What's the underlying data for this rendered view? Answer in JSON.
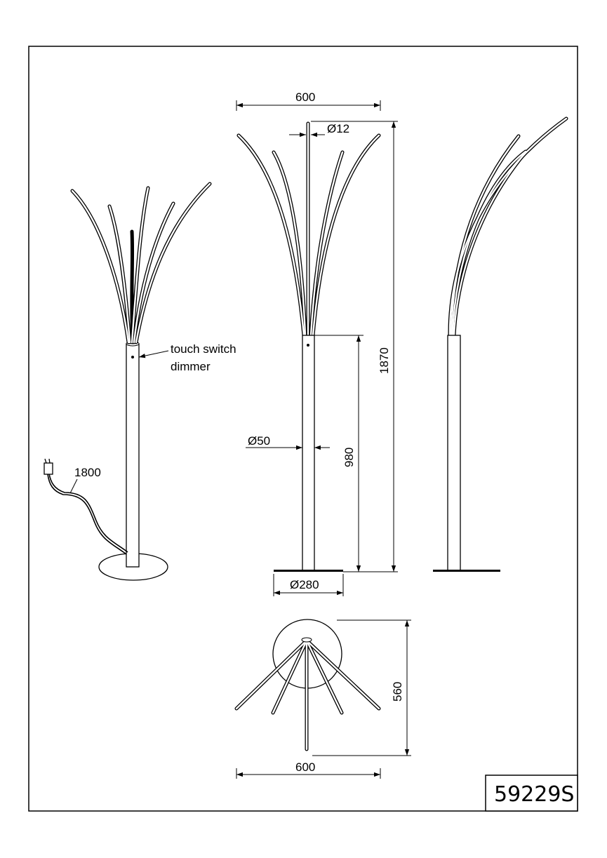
{
  "labels": {
    "touch_switch": "touch switch",
    "dimmer": "dimmer",
    "cable_length": "1800",
    "front_width": "600",
    "rod_diameter": "Ø12",
    "total_height": "1870",
    "pole_diameter": "Ø50",
    "pole_height": "980",
    "base_diameter": "Ø280",
    "top_depth": "560",
    "top_width": "600"
  },
  "product_code": "59229S"
}
